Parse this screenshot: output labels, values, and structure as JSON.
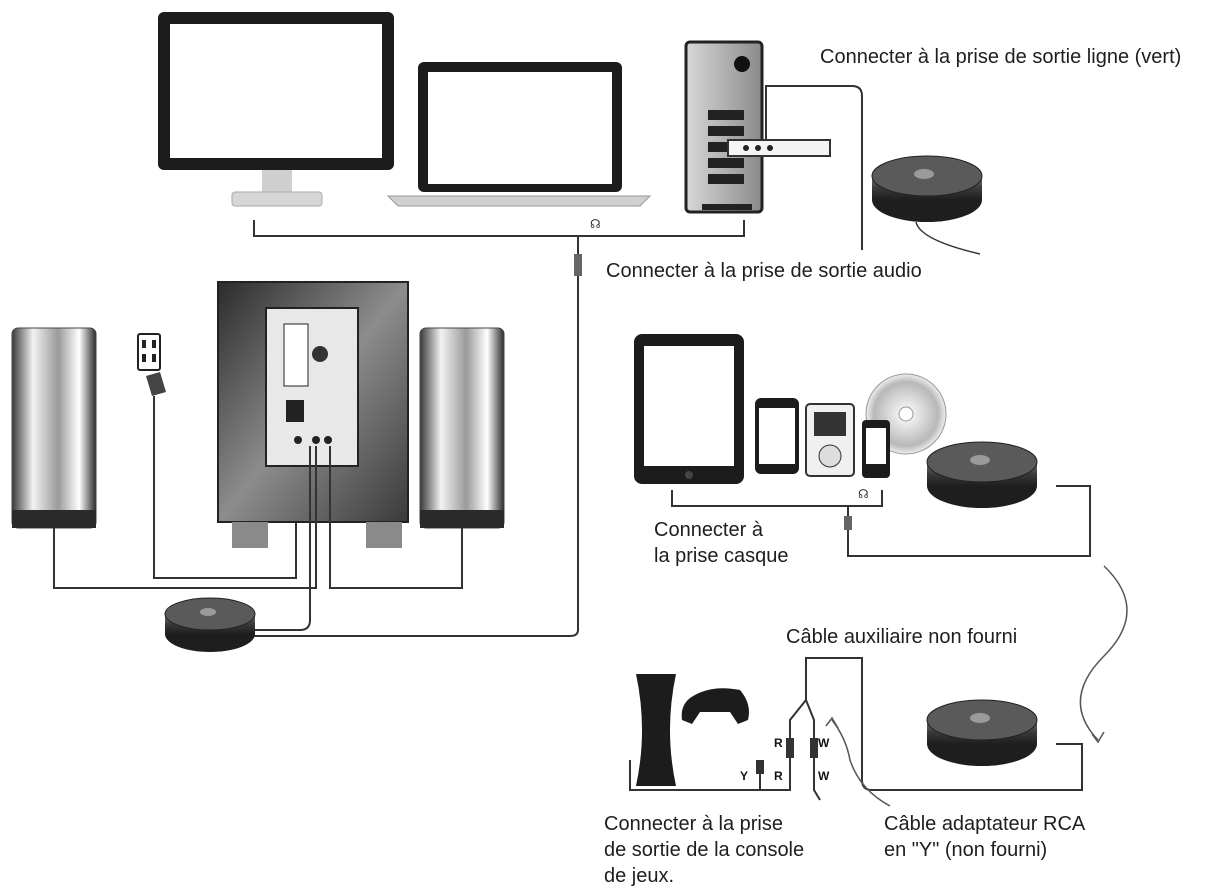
{
  "labels": {
    "line_out": "Connecter à la prise de sortie ligne (vert)",
    "audio_out": "Connecter à la prise de sortie audio",
    "headphone": "Connecter à\nla prise casque",
    "aux_cable": "Câble auxiliaire non fourni",
    "console_out": "Connecter à la prise\nde sortie de la console\nde jeux.",
    "rca_adapter": "Câble adaptateur RCA\nen \"Y\" (non fourni)"
  },
  "connector_letters": {
    "r_top": "R",
    "w_top": "W",
    "r_bottom": "R",
    "w_bottom": "W",
    "y": "Y"
  }
}
